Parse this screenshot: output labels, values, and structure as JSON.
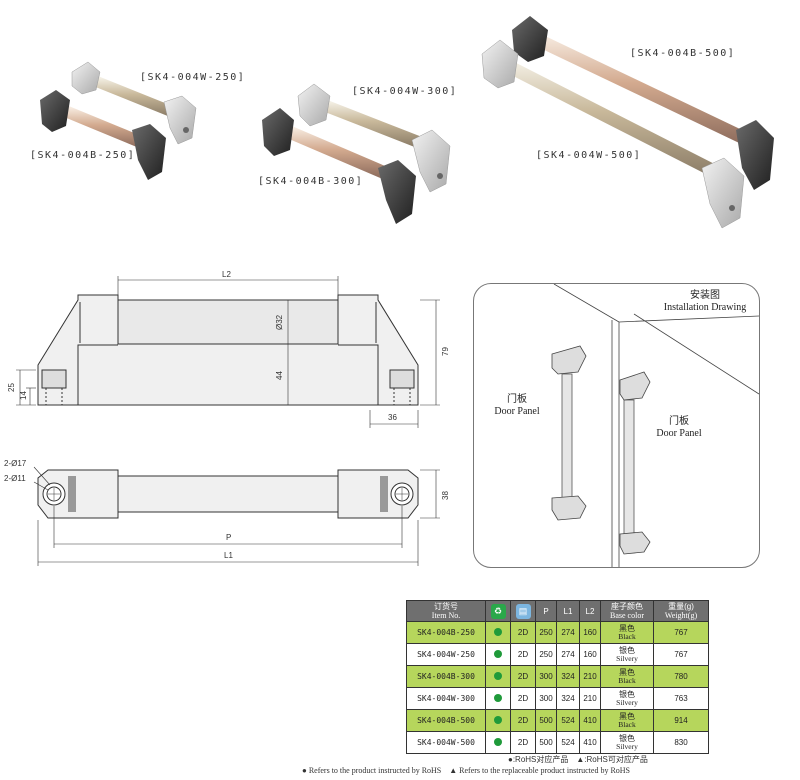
{
  "photos": {
    "labels": [
      {
        "id": "w250",
        "text": "[SK4-004W-250]"
      },
      {
        "id": "b250",
        "text": "[SK4-004B-250]"
      },
      {
        "id": "w300",
        "text": "[SK4-004W-300]"
      },
      {
        "id": "b300",
        "text": "[SK4-004B-300]"
      },
      {
        "id": "b500",
        "text": "[SK4-004B-500]"
      },
      {
        "id": "w500",
        "text": "[SK4-004W-500]"
      }
    ]
  },
  "drawing": {
    "L2": "L2",
    "d32": "Ø32",
    "h44": "44",
    "h79": "79",
    "h25": "25",
    "h14": "14",
    "w36": "36",
    "d17": "2-Ø17",
    "d11": "2-Ø11",
    "h38": "38",
    "P": "P",
    "L1": "L1"
  },
  "install": {
    "title_cn": "安装图",
    "title_en": "Installation Drawing",
    "door_cn_1": "门板",
    "door_en_1": "Door Panel",
    "door_cn_2": "门板",
    "door_en_2": "Door Panel"
  },
  "table": {
    "headers": {
      "item_cn": "订货号",
      "item_en": "Item No.",
      "p": "P",
      "l1": "L1",
      "l2": "L2",
      "color_cn": "座子颜色",
      "color_en": "Base color",
      "weight_cn": "重量(g)",
      "weight_en": "Weight(g)"
    },
    "rows": [
      {
        "item": "SK4-004B-250",
        "cert": "2D",
        "p": "250",
        "l1": "274",
        "l2": "160",
        "color_cn": "黑色",
        "color_en": "Black",
        "weight": "767"
      },
      {
        "item": "SK4-004W-250",
        "cert": "2D",
        "p": "250",
        "l1": "274",
        "l2": "160",
        "color_cn": "银色",
        "color_en": "Silvery",
        "weight": "767"
      },
      {
        "item": "SK4-004B-300",
        "cert": "2D",
        "p": "300",
        "l1": "324",
        "l2": "210",
        "color_cn": "黑色",
        "color_en": "Black",
        "weight": "780"
      },
      {
        "item": "SK4-004W-300",
        "cert": "2D",
        "p": "300",
        "l1": "324",
        "l2": "210",
        "color_cn": "银色",
        "color_en": "Silvery",
        "weight": "763"
      },
      {
        "item": "SK4-004B-500",
        "cert": "2D",
        "p": "500",
        "l1": "524",
        "l2": "410",
        "color_cn": "黑色",
        "color_en": "Black",
        "weight": "914"
      },
      {
        "item": "SK4-004W-500",
        "cert": "2D",
        "p": "500",
        "l1": "524",
        "l2": "410",
        "color_cn": "银色",
        "color_en": "Silvery",
        "weight": "830"
      }
    ]
  },
  "notes": {
    "cn": "●:RoHS对应产品　▲:RoHS可对应产品",
    "en": "● Refers to the product instructed by RoHS　▲ Refers to the replaceable product instructed by RoHS"
  },
  "colors": {
    "green_row": "#b6d65c",
    "header_bg": "#6f6f6f",
    "rohs_dot": "#1f9a3a"
  }
}
